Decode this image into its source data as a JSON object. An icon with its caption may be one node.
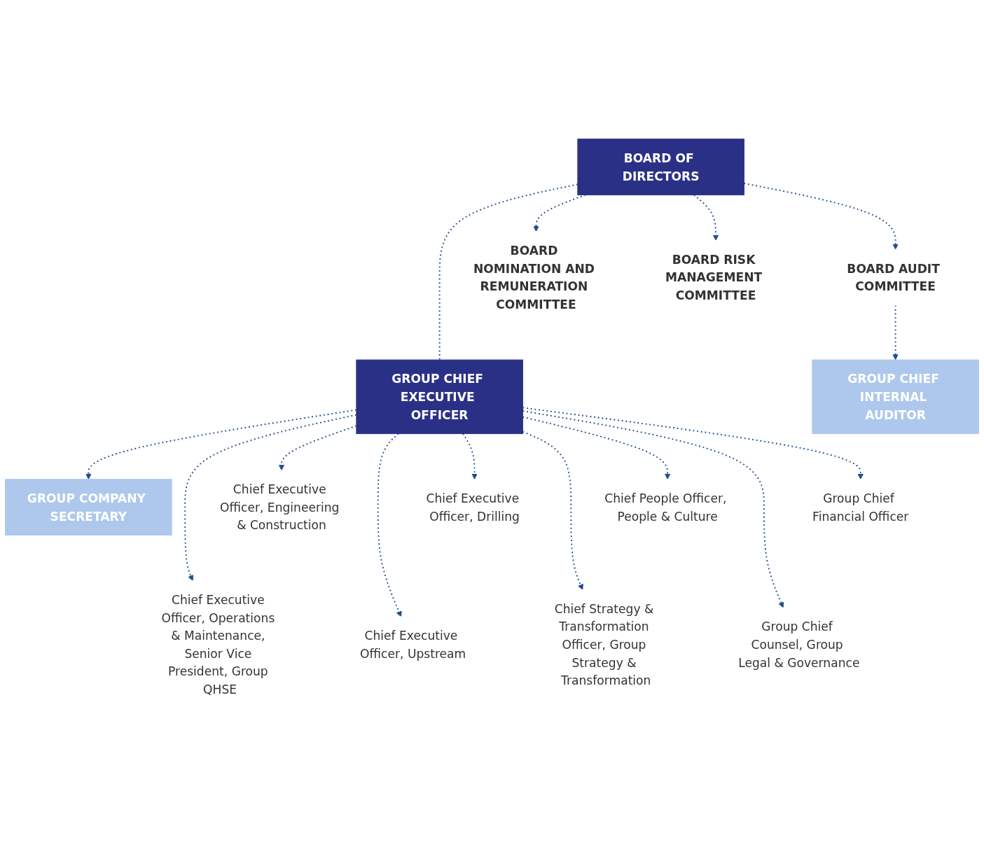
{
  "diagram": {
    "nodes": [
      {
        "text": [
          "BOARD OF DIRECTORS"
        ]
      },
      {
        "text": [
          "BOARD AUDIT COMMITTEE"
        ]
      },
      {
        "text": [
          "BOARD NOMINATION AND REMUNERATION COMMITTEE"
        ]
      },
      {
        "text": [
          "BOARD RISK MANAGEMENT COMMITTEE"
        ]
      },
      {
        "text": [
          "GROUP CHIEF EXECUTIVE OFFICER"
        ]
      },
      {
        "text": [
          "GROUP CHIEF INTERNAL AUDITOR"
        ]
      },
      {
        "text": [
          "GROUP COMPANY SECRETARY"
        ]
      },
      {
        "text": [
          "Chief Executive Officer, Engineering & Construction"
        ]
      },
      {
        "text": [
          "Chief Executive Officer, Operations & Maintenance, Senior Vice President, Group QHSE"
        ]
      },
      {
        "text": [
          "Chief Executive Officer, Drilling"
        ]
      },
      {
        "text": [
          "Chief Executive Officer, Upstream"
        ]
      },
      {
        "text": [
          "Chief People Officer, People & Culture"
        ]
      },
      {
        "text": [
          "Chief Strategy & Transformation Officer, Group Strategy & Transformation"
        ]
      },
      {
        "text": [
          "Group Chief Financial Officer"
        ]
      },
      {
        "text": [
          "Group Chief Counsel, Group Legal & Governance"
        ]
      }
    ],
    "edges": [
      {
        "from": 0,
        "to": 1,
        "arrow": "to",
        "style": "dashed"
      },
      {
        "from": 0,
        "to": 2,
        "arrow": "to",
        "style": "dashed"
      },
      {
        "from": 0,
        "to": 3,
        "arrow": "to",
        "style": "dashed"
      },
      {
        "from": 0,
        "to": 4,
        "arrow": "none",
        "style": "dashed"
      },
      {
        "from": 1,
        "to": 5,
        "arrow": "to",
        "style": "dashed"
      },
      {
        "from": 4,
        "to": 6,
        "arrow": "to",
        "style": "dashed"
      },
      {
        "from": 4,
        "to": 7,
        "arrow": "to",
        "style": "dashed"
      },
      {
        "from": 4,
        "to": 8,
        "arrow": "to",
        "style": "dashed"
      },
      {
        "from": 4,
        "to": 9,
        "arrow": "to",
        "style": "dashed"
      },
      {
        "from": 4,
        "to": 10,
        "arrow": "to",
        "style": "dashed"
      },
      {
        "from": 4,
        "to": 11,
        "arrow": "to",
        "style": "dashed"
      },
      {
        "from": 4,
        "to": 12,
        "arrow": "to",
        "style": "dashed"
      },
      {
        "from": 4,
        "to": 13,
        "arrow": "to",
        "style": "dashed"
      },
      {
        "from": 4,
        "to": 14,
        "arrow": "to",
        "style": "dashed"
      }
    ]
  }
}
